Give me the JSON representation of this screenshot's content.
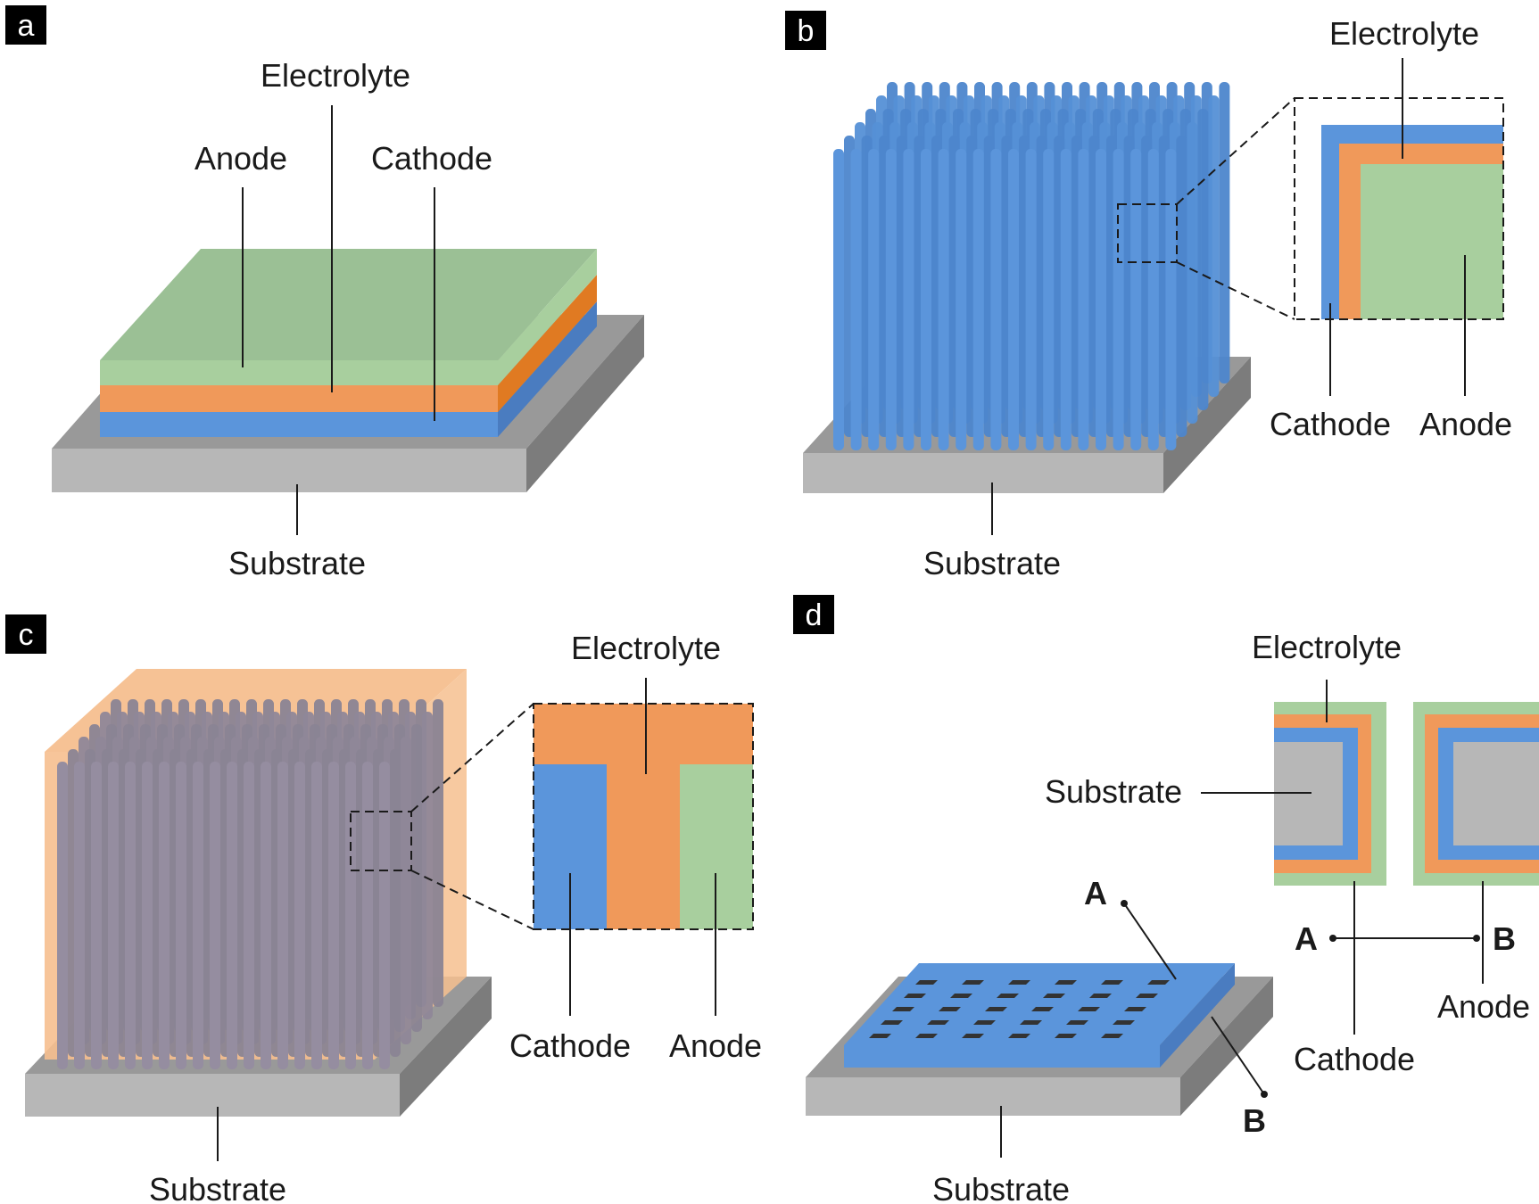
{
  "colors": {
    "anode": "#a8cf9e",
    "anode_top": "#9bc095",
    "electrolyte": "#f0995a",
    "electrolyte_side": "#e07a22",
    "cathode": "#5b95db",
    "cathode_side": "#4a7cc0",
    "substrate_front": "#b7b7b7",
    "substrate_top": "#999999",
    "substrate_side": "#7c7c7c",
    "nanorod_gray": "#9a90a0",
    "electrolyte_shell": "#f6bf8f",
    "hole": "#333333"
  },
  "panels": {
    "a": {
      "letter": "a",
      "labels": {
        "anode": "Anode",
        "electrolyte": "Electrolyte",
        "cathode": "Cathode",
        "substrate": "Substrate"
      }
    },
    "b": {
      "letter": "b",
      "labels": {
        "electrolyte": "Electrolyte",
        "cathode": "Cathode",
        "anode": "Anode",
        "substrate": "Substrate"
      }
    },
    "c": {
      "letter": "c",
      "labels": {
        "electrolyte": "Electrolyte",
        "cathode": "Cathode",
        "anode": "Anode",
        "substrate": "Substrate"
      }
    },
    "d": {
      "letter": "d",
      "labels": {
        "electrolyte": "Electrolyte",
        "substrate_inset": "Substrate",
        "point_a": "A",
        "point_b": "B",
        "section_a": "A",
        "section_b": "B",
        "cathode": "Cathode",
        "anode": "Anode",
        "substrate": "Substrate"
      }
    }
  }
}
